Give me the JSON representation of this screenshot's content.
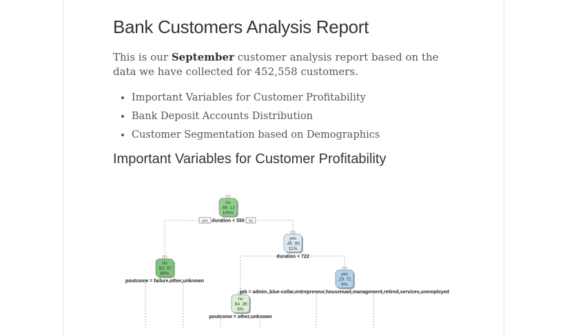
{
  "title": "Bank Customers Analysis Report",
  "intro": {
    "before": "This is our ",
    "bold": "September",
    "after": " customer analysis report based on the data we have collected for 452,558 customers."
  },
  "bullets": [
    "Important Variables for Customer Profitability",
    "Bank Deposit Accounts Distribution",
    "Customer Segmentation based on Demographics"
  ],
  "section_title": "Important Variables for Customer Profitability",
  "tree": {
    "nodes": [
      {
        "id": "1",
        "label": "no",
        "probs": ".88  .12",
        "pct": "100%",
        "color": "#8fd18b"
      },
      {
        "id": "2",
        "label": "no",
        "probs": ".93  .07",
        "pct": "89%",
        "color": "#7cc67a"
      },
      {
        "id": "3",
        "label": "yes",
        "probs": ".45  .55",
        "pct": "11%",
        "color": "#dde9f7"
      },
      {
        "id": "6",
        "label": "no",
        "probs": ".64  .36",
        "pct": "5%",
        "color": "#dcf0d6"
      },
      {
        "id": "7",
        "label": "yes",
        "probs": ".29  .71",
        "pct": "6%",
        "color": "#b3d3ec"
      }
    ],
    "splits": [
      "duration < 550",
      "poutcome = failure,other,unknown",
      "duration < 722",
      "job = admin.,blue-collar,entrepreneur,housemaid,management,retired,services,unemployed",
      "poutcome = other,unknown"
    ],
    "yes_label": "yes",
    "no_label": "no"
  }
}
